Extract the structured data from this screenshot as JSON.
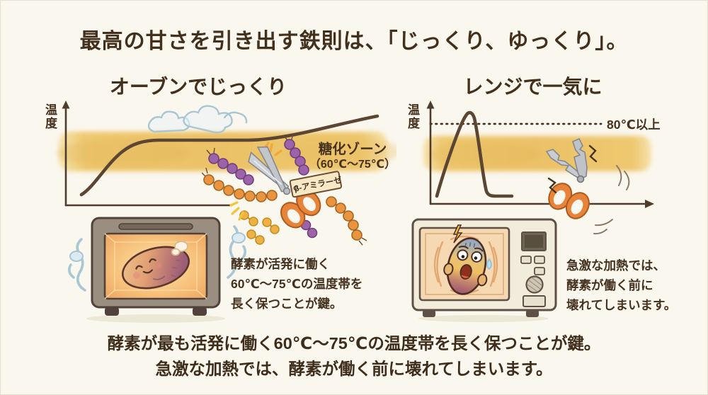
{
  "title": "最高の甘さを引き出す鉄則は、「じっくり、ゆっくり」。",
  "left_panel": {
    "heading": "オーブンでじっくり",
    "y_axis_label": "温度",
    "zone_label_line1": "糖化ゾーン",
    "zone_label_line2": "（60℃〜75℃）",
    "enzyme_tag": "β-アミラーゼ",
    "caption": [
      "酵素が活発に働く",
      "60℃〜75℃の温度帯を",
      "長く保つことが鍵。"
    ]
  },
  "right_panel": {
    "heading": "レンジで一気に",
    "y_axis_label": "温度",
    "threshold_label": "80℃以上",
    "caption": [
      "急激な加熱では、",
      "酵素が働く前に",
      "壊れてしまいます。"
    ]
  },
  "footer": {
    "line1": "酵素が最も活発に働く60℃〜75℃の温度帯を長く保つことが鍵。",
    "line2": "急激な加熱では、酵素が働く前に壊れてしまいます。"
  },
  "colors": {
    "background": "#FAF7EE",
    "ink_brown": "#42301D",
    "curve_brown": "#5B4533",
    "saccharification_band": "#EEC86F",
    "scissors_handle_orange": "#E8833A",
    "bead_purple": "#9C63AA",
    "bead_orange": "#E9953F",
    "bead_yellow": "#EDB244",
    "steam_blue": "#A9C6D4",
    "oven_body": "#9A8E80",
    "microwave_body": "#F2ECDD",
    "oven_glow": "#F7C27C"
  },
  "illustrations": {
    "left_scene": "scissors-cutting-starch-bead-necklace (β-amylase at work)",
    "left_appliance": "toaster-oven with happy roasted sweet potato and steam",
    "right_scene": "broken-scissors (enzyme destroyed by rapid heating)",
    "right_appliance": "microwave with panicked sweet potato"
  },
  "chart_data": [
    {
      "type": "line",
      "title": "オーブンでじっくり",
      "xlabel": "",
      "ylabel": "温度",
      "x_ticks": [],
      "y_ticks": [],
      "grid": false,
      "series": [
        {
          "name": "オーブン加熱の温度推移（ゆっくり上昇し60〜75℃帯を長く保つ）",
          "points_normalized": [
            [
              0.0,
              0.08
            ],
            [
              0.06,
              0.16
            ],
            [
              0.12,
              0.38
            ],
            [
              0.18,
              0.58
            ],
            [
              0.25,
              0.64
            ],
            [
              0.4,
              0.64
            ],
            [
              0.52,
              0.64
            ],
            [
              0.62,
              0.66
            ],
            [
              0.74,
              0.72
            ],
            [
              0.86,
              0.8
            ],
            [
              1.0,
              0.88
            ]
          ]
        }
      ],
      "annotations": [
        {
          "type": "band",
          "label": "糖化ゾーン（60℃〜75℃）",
          "band_normalized_y": [
            0.38,
            0.72
          ]
        }
      ]
    },
    {
      "type": "line",
      "title": "レンジで一気に",
      "xlabel": "",
      "ylabel": "温度",
      "x_ticks": [],
      "y_ticks": [],
      "grid": false,
      "series": [
        {
          "name": "レンジ加熱の温度推移（急上昇して急降下するスパイク）",
          "points_normalized": [
            [
              0.03,
              0.08
            ],
            [
              0.1,
              0.5
            ],
            [
              0.17,
              0.93
            ],
            [
              0.2,
              0.9
            ],
            [
              0.26,
              0.15
            ],
            [
              0.3,
              0.09
            ],
            [
              0.38,
              0.09
            ]
          ]
        }
      ],
      "annotations": [
        {
          "type": "dotted-threshold",
          "label": "80℃以上",
          "threshold_normalized_y": 0.83
        },
        {
          "type": "band",
          "label": "",
          "band_normalized_y": [
            0.34,
            0.7
          ]
        }
      ]
    }
  ]
}
